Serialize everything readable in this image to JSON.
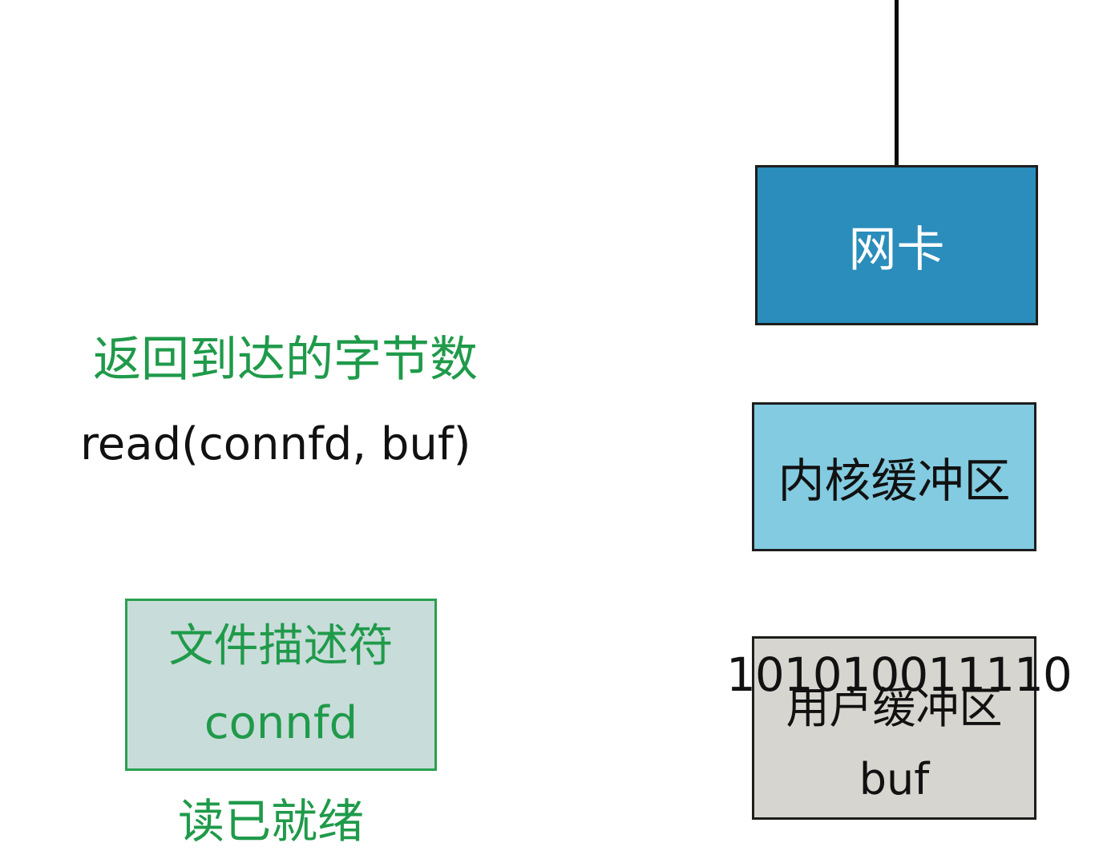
{
  "nic": {
    "label": "网卡"
  },
  "kernel_buffer": {
    "label": "内核缓冲区"
  },
  "user_buffer": {
    "label": "用户缓冲区",
    "var": "buf",
    "bits": "101010011110"
  },
  "annotations": {
    "return_note": "返回到达的字节数",
    "read_call": "read(connfd, buf)",
    "ready_note": "读已就绪"
  },
  "fd_box": {
    "line1": "文件描述符",
    "line2": "connfd"
  },
  "colors": {
    "nic_fill": "#2a8dbb",
    "kernel_fill": "#83cbe0",
    "user_fill": "#d6d5cf",
    "fd_fill": "#c8dcd9",
    "green_text": "#1f9a4a"
  }
}
